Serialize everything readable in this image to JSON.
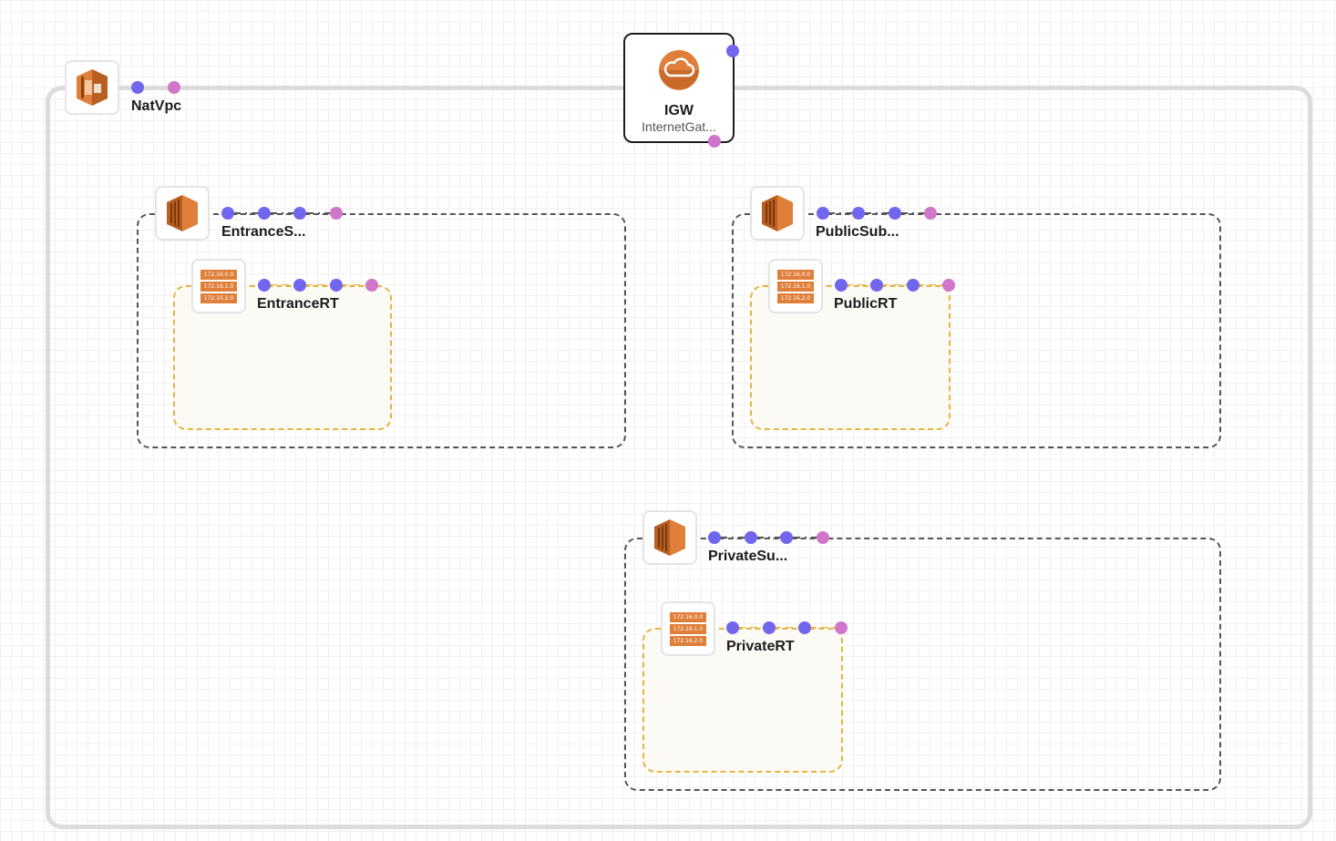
{
  "vpc": {
    "label": "NatVpc"
  },
  "igw": {
    "label": "IGW",
    "sublabel": "InternetGat..."
  },
  "subnets": [
    {
      "label": "EntranceS...",
      "route_table": {
        "label": "EntranceRT"
      }
    },
    {
      "label": "PublicSub...",
      "route_table": {
        "label": "PublicRT"
      }
    },
    {
      "label": "PrivateSu...",
      "route_table": {
        "label": "PrivateRT"
      }
    }
  ],
  "route_table_icon_rows": [
    "172.16.0.0",
    "172.16.1.0",
    "172.16.2.0"
  ],
  "colors": {
    "input_port": "#7166ee",
    "output_port": "#cf76cb",
    "aws_orange": "#e07f3a",
    "route_table_border": "#e8b33f",
    "subnet_border": "#555555",
    "vpc_border": "#dcdcdc"
  },
  "icons": {
    "vpc": "vpc-icon",
    "igw": "internet-gateway-cloud-icon",
    "subnet": "subnet-icon",
    "route_table": "route-table-icon"
  }
}
